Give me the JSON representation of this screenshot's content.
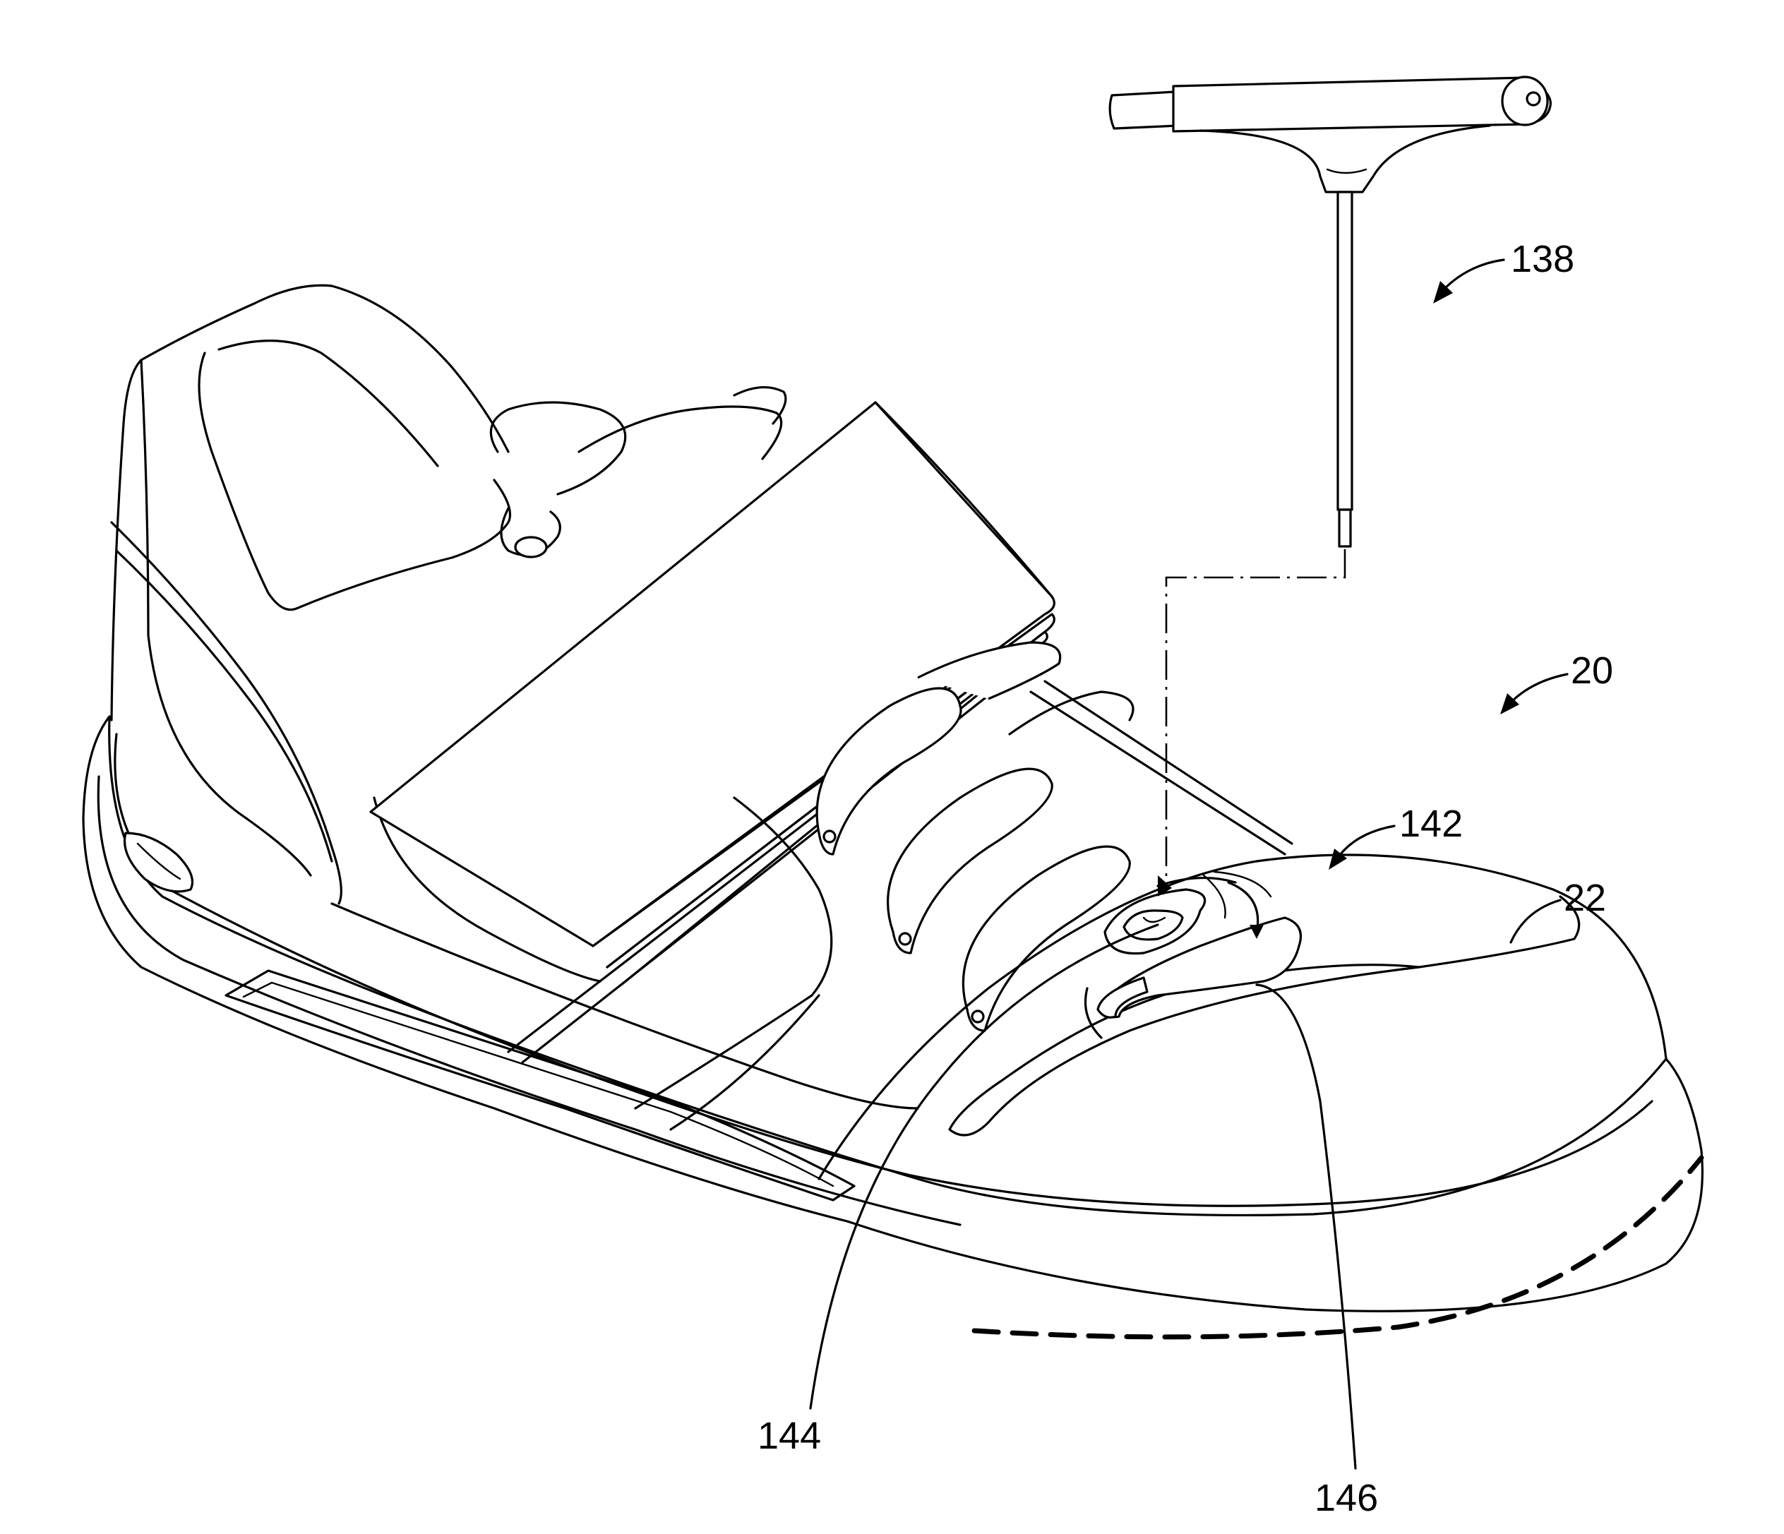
{
  "figure": {
    "reference_numerals": {
      "tool": "138",
      "shoe": "20",
      "adjuster": "142",
      "upper": "22",
      "rotary_element": "144",
      "tab": "146"
    }
  }
}
